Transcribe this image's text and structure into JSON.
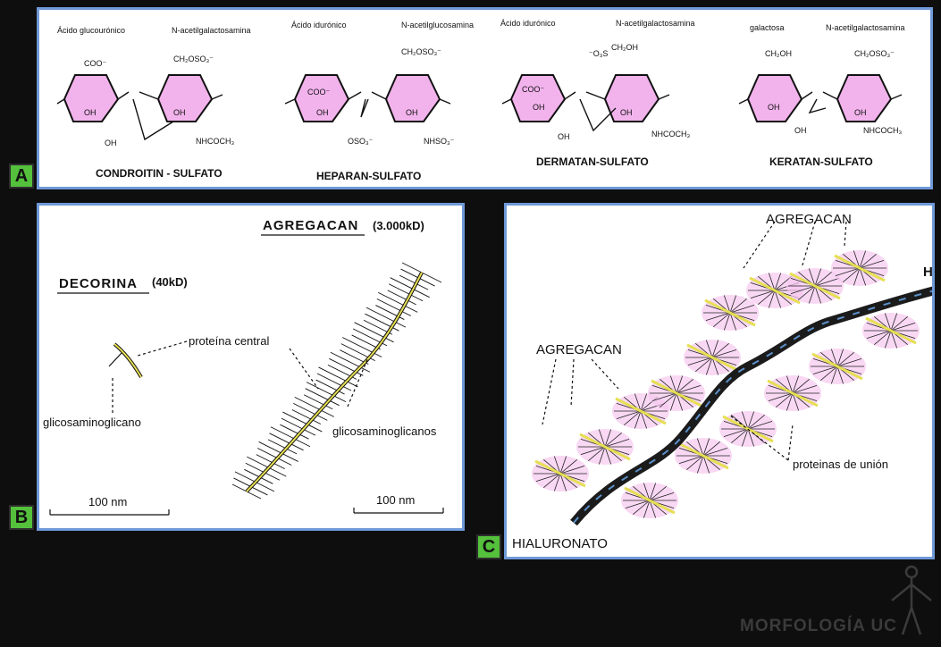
{
  "panel_a": {
    "tag": "A",
    "structures": [
      {
        "sugar1": "Ácido glucourónico",
        "sugar2": "N-acetilgalactosamina",
        "name": "CONDROITIN - SULFATO"
      },
      {
        "sugar1": "Ácido idurónico",
        "sugar2": "N-acetilglucosamina",
        "name": "HEPARAN-SULFATO"
      },
      {
        "sugar1": "Ácido idurónico",
        "sugar2": "N-acetilgalactosamina",
        "name": "DERMATAN-SULFATO"
      },
      {
        "sugar1": "galactosa",
        "sugar2": "N-acetilgalactosamina",
        "name": "KERATAN-SULFATO"
      }
    ]
  },
  "panel_b": {
    "tag": "B",
    "agregacan_title": "AGREGACAN",
    "agregacan_weight": "(3.000kD)",
    "decorina_title": "DECORINA",
    "decorina_weight": "(40kD)",
    "proteina_central": "proteína central",
    "glicosaminoglicano": "glicosaminoglicano",
    "glicosaminoglicanos": "glicosaminoglicanos",
    "scale1": "100 nm",
    "scale2": "100 nm"
  },
  "panel_c": {
    "tag": "C",
    "agregacan_top": "AGREGACAN",
    "agregacan_left": "AGREGACAN",
    "proteinas_union": "proteinas de unión",
    "hialuronato": "HIALURONATO",
    "edge_letter": "H"
  },
  "watermark": "MORFOLOGÍA UC",
  "colors": {
    "border": "#6f99d8",
    "tag_bg": "#54c03c",
    "ring_fill": "#f2b3ec",
    "core_yellow": "#e6df52",
    "hyaluronan": "#1b1b1b"
  }
}
